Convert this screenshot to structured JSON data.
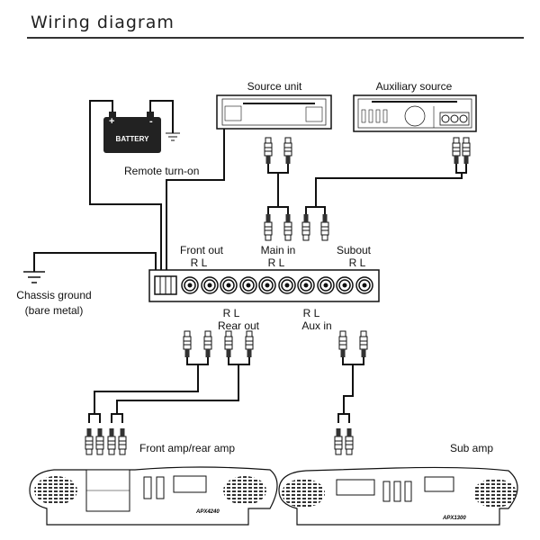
{
  "title": "Wiring diagram",
  "labels": {
    "source_unit": "Source unit",
    "auxiliary_source": "Auxiliary source",
    "battery": "BATTERY",
    "remote_turn_on": "Remote turn-on",
    "chassis_ground": "Chassis ground",
    "bare_metal": "(bare metal)",
    "front_out": "Front out",
    "main_in": "Main  in",
    "subout": "Subout",
    "rl": "R  L",
    "rear_out": "Rear out",
    "aux_in": "Aux in",
    "front_rear_amp": "Front amp/rear amp",
    "sub_amp": "Sub amp",
    "amp1_model": "APX4240",
    "amp2_model": "APX1300"
  }
}
